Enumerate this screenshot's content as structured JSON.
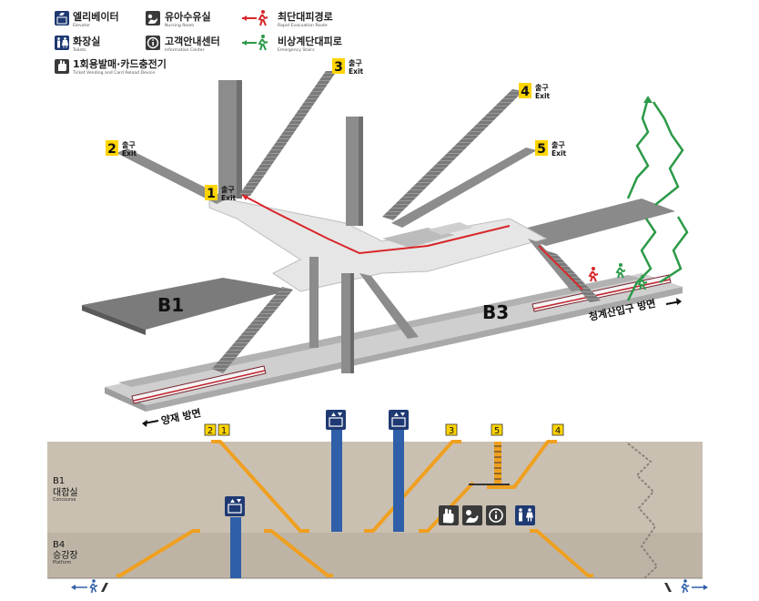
{
  "legend": {
    "elevator": {
      "label": "엘리베이터",
      "sub": "Elevator"
    },
    "nursing": {
      "label": "유아수유실",
      "sub": "Nursing Room"
    },
    "rapid_route": {
      "label": "최단대피경로",
      "sub": "Rapid Evacuation Route"
    },
    "toilets": {
      "label": "화장실",
      "sub": "Toilets"
    },
    "info": {
      "label": "고객안내센터",
      "sub": "Information Center"
    },
    "emergency_stairs": {
      "label": "비상계단대피로",
      "sub": "Emergency Stairs"
    },
    "ticket": {
      "label": "1회용발매·카드충전기",
      "sub": "Ticket Vending and Card Reload Device"
    }
  },
  "exits": [
    {
      "num": "1",
      "ko": "출구",
      "en": "Exit"
    },
    {
      "num": "2",
      "ko": "출구",
      "en": "Exit"
    },
    {
      "num": "3",
      "ko": "출구",
      "en": "Exit"
    },
    {
      "num": "4",
      "ko": "출구",
      "en": "Exit"
    },
    {
      "num": "5",
      "ko": "출구",
      "en": "Exit"
    }
  ],
  "levels": {
    "b1": "B1",
    "b3": "B3"
  },
  "directions": {
    "cheonggye": "청계산입구 방면",
    "yangjae": "양재 방면"
  },
  "section": {
    "b1": {
      "code": "B1",
      "ko": "대합실",
      "en": "Concourse"
    },
    "b4": {
      "code": "B4",
      "ko": "승강장",
      "en": "Platform"
    },
    "exit_tags": [
      "2",
      "1",
      "3",
      "5",
      "4"
    ]
  },
  "colors": {
    "exit_yellow": "#ffd400",
    "elevator_blue": "#2f5fa8",
    "section_stair": "#f0a020",
    "emergency_green": "#2c9a48",
    "rapid_red": "#d8262a",
    "legend_navy": "#1f3a73",
    "section_bg": "#c9c0b2",
    "section_bg_lower": "#bdb4a6"
  }
}
